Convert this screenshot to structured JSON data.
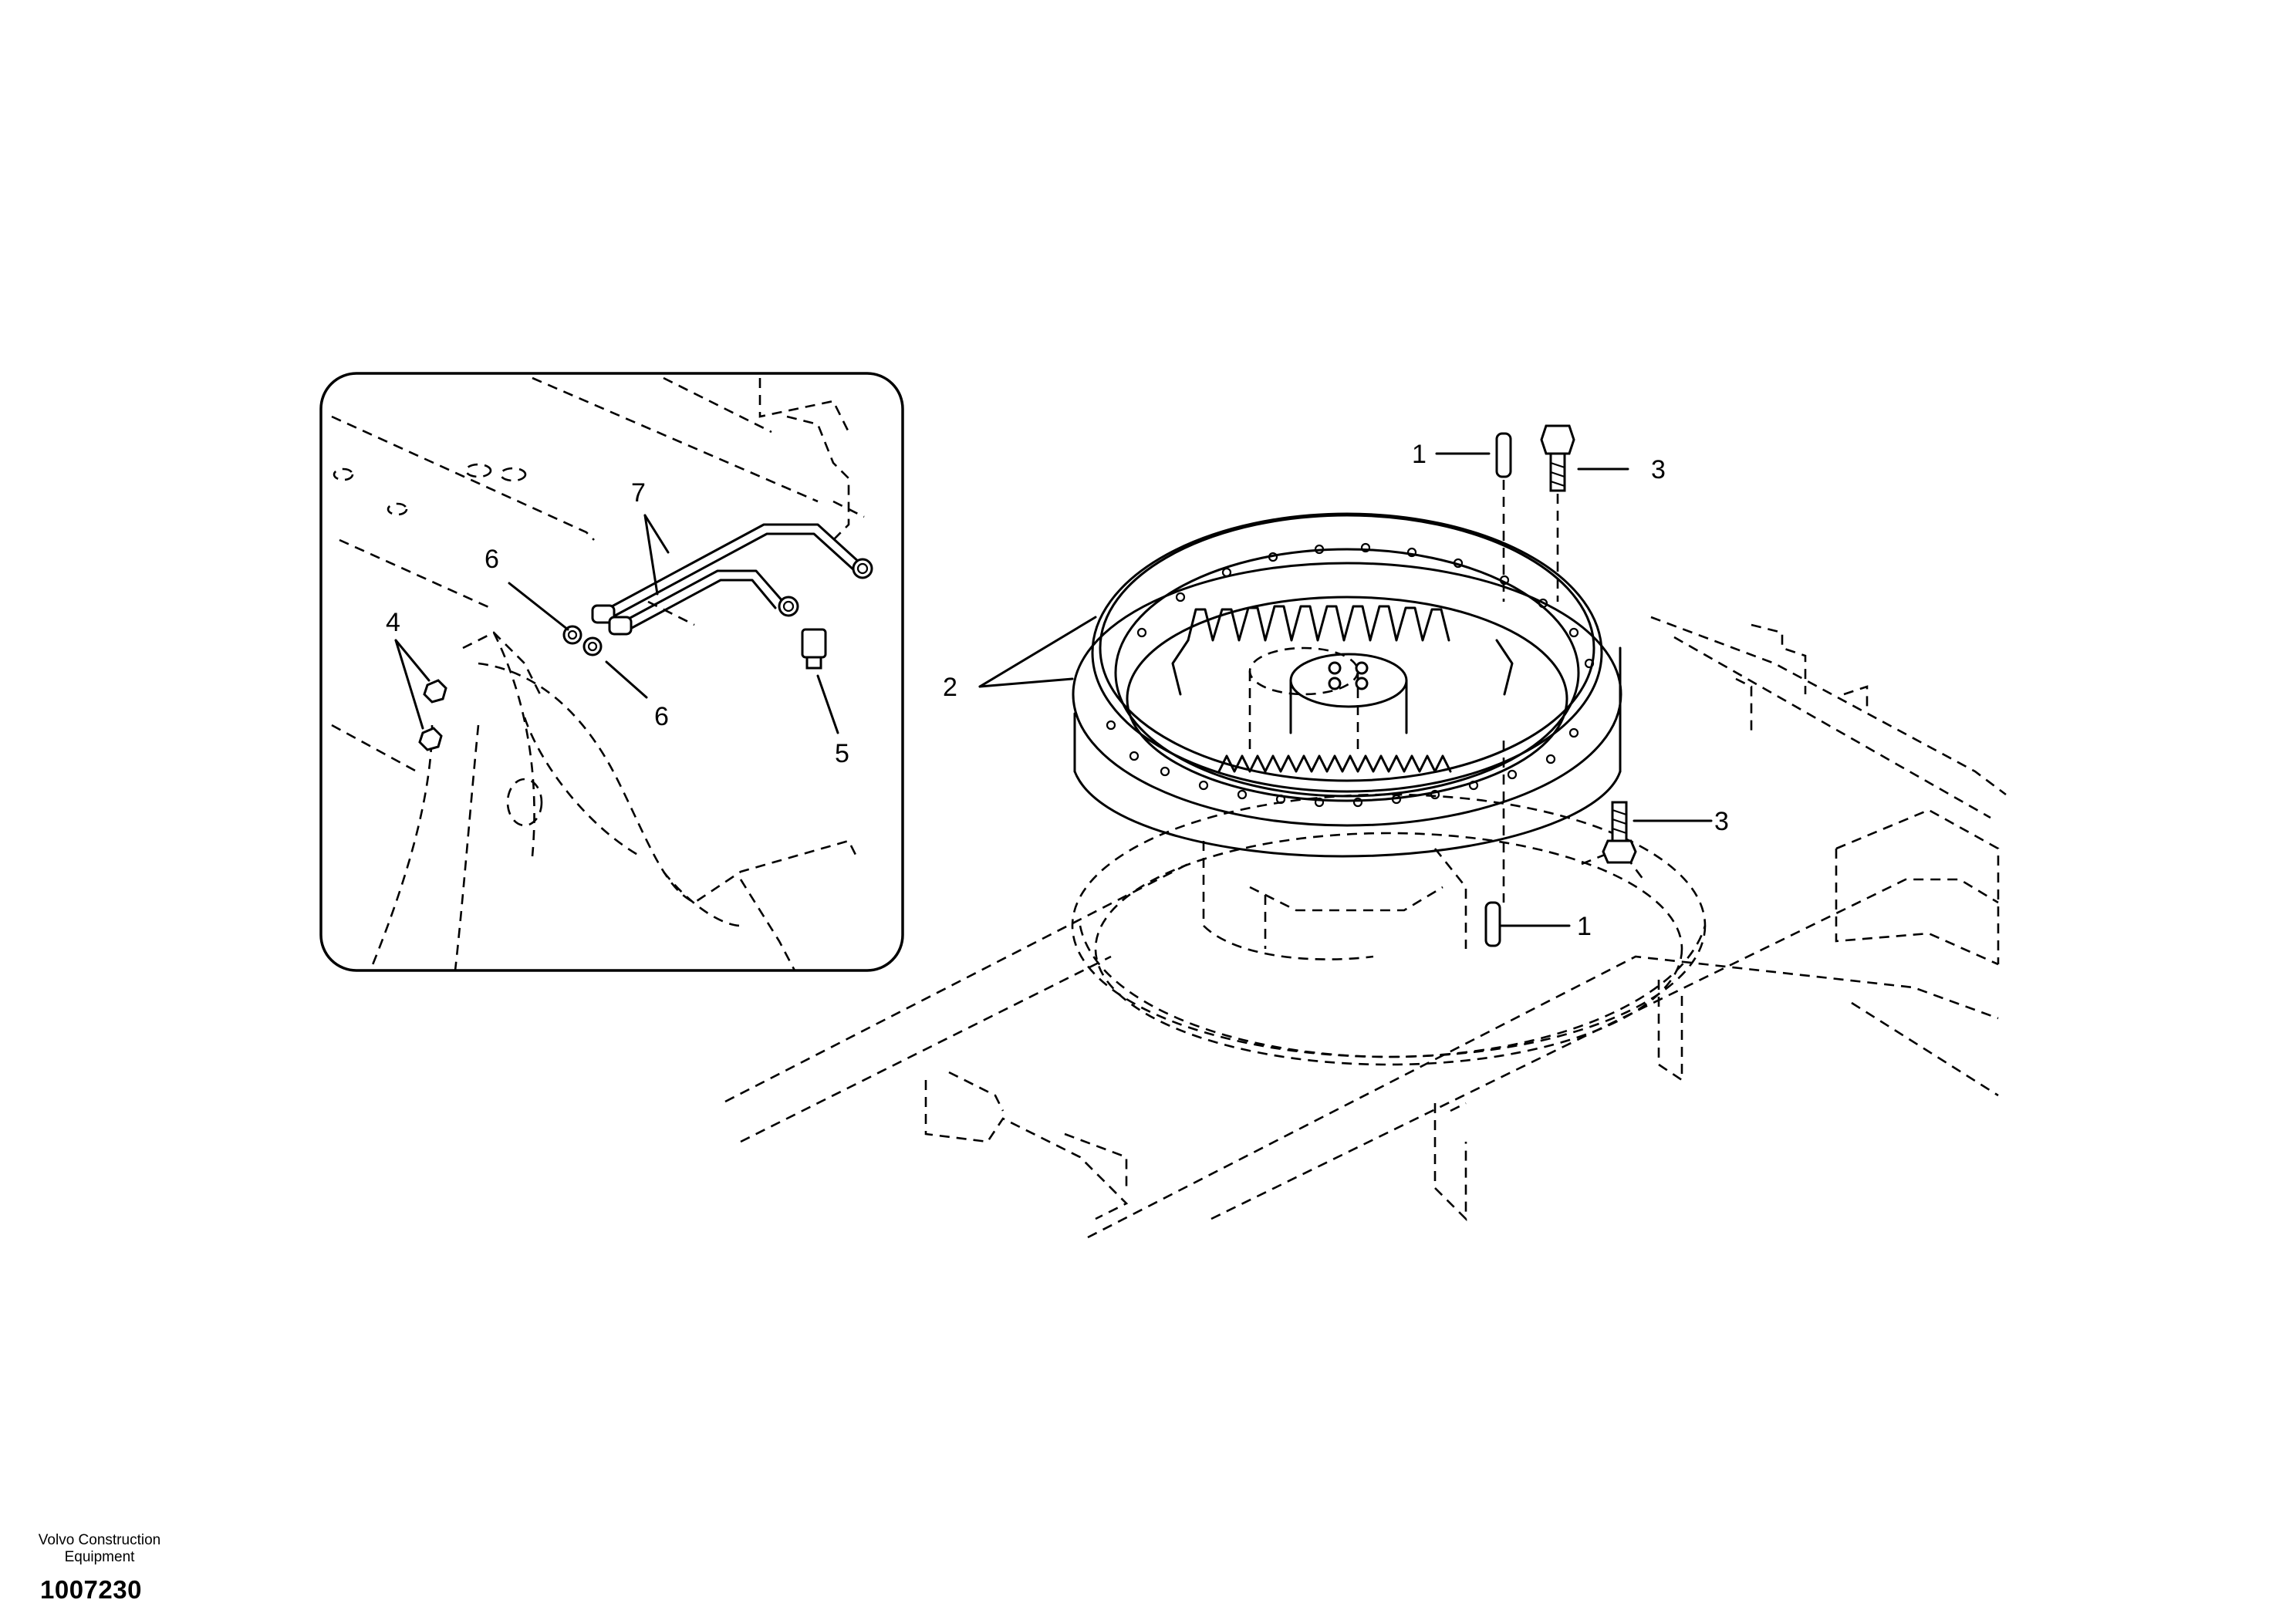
{
  "brand": {
    "line1": "Volvo Construction",
    "line2": "Equipment"
  },
  "drawing_number": "1007230",
  "callouts": {
    "c1_top": "1",
    "c1_bottom": "1",
    "c2": "2",
    "c3_top": "3",
    "c3_bottom": "3",
    "c4": "4",
    "c5": "5",
    "c6_top": "6",
    "c6_bottom": "6",
    "c7": "7"
  }
}
